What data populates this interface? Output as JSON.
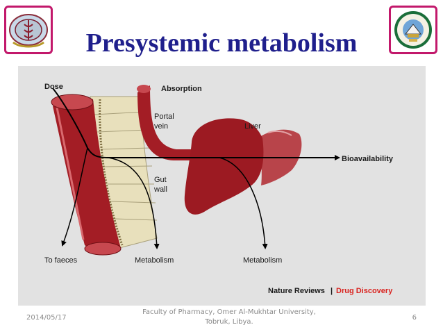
{
  "slide": {
    "title": "Presystemic metabolism"
  },
  "figure": {
    "labels": {
      "dose": "Dose",
      "absorption": "Absorption",
      "portal_vein_1": "Portal",
      "portal_vein_2": "vein",
      "liver": "Liver",
      "gut_wall_1": "Gut",
      "gut_wall_2": "wall",
      "bioavailability": "Bioavailability",
      "to_faeces": "To faeces",
      "metabolism_gut": "Metabolism",
      "metabolism_liver": "Metabolism",
      "credit_publisher": "Nature Reviews",
      "credit_separator": "|",
      "credit_journal": "Drug Discovery"
    },
    "colors": {
      "tissue_red": "#a31d25",
      "gut_wall": "#e8e0bc",
      "credit_journal": "#d9231f"
    }
  },
  "footer": {
    "date": "2014/05/17",
    "institution_line1": "Faculty of Pharmacy, Omer Al-Mukhtar University,",
    "institution_line2": "Tobruk, Libya.",
    "page_number": "6"
  }
}
